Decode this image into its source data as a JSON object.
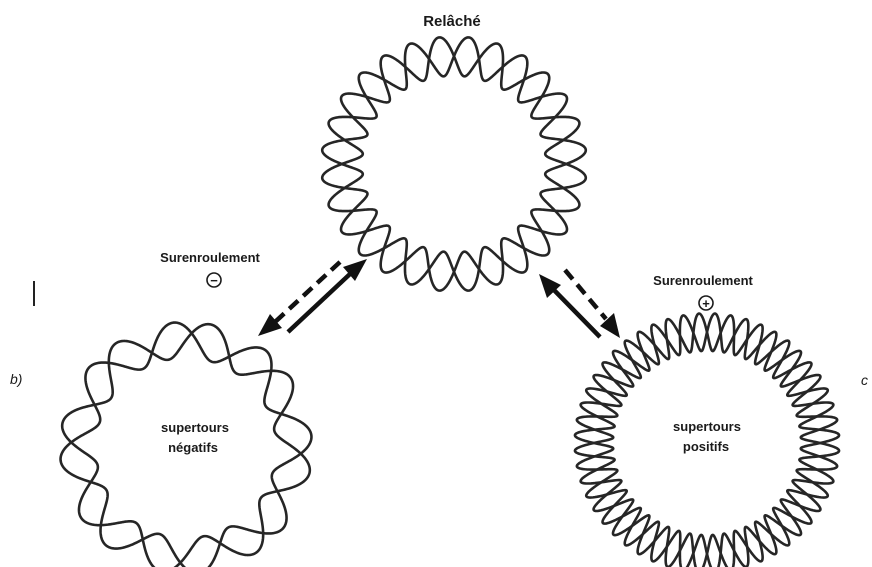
{
  "diagram": {
    "top_label": "Relâché",
    "left_arrow_label": "Surenroulement",
    "left_sign": "−",
    "right_arrow_label": "Surenroulement",
    "right_sign": "+",
    "left_panel_letter": "b)",
    "right_panel_letter": "c",
    "left_circle_text_line1": "supertours",
    "left_circle_text_line2": "négatifs",
    "right_circle_text_line1": "supertours",
    "right_circle_text_line2": "positifs"
  },
  "circles": {
    "relaxed": {
      "turns": 14
    },
    "negative": {
      "waves": 8
    },
    "positive": {
      "turns": 26
    }
  }
}
